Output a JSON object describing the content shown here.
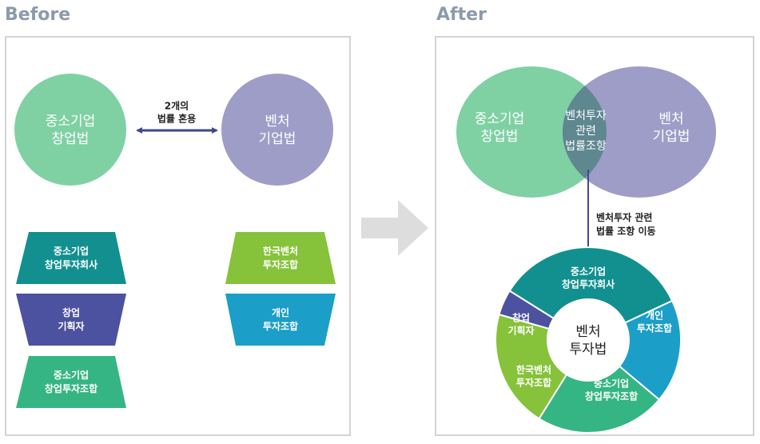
{
  "headings": {
    "before": "Before",
    "after": "After"
  },
  "colors": {
    "green_circle": "#7fd1a4",
    "purple_circle": "#9d9dc7",
    "overlap": "#5f8790",
    "teal": "#12908f",
    "indigo": "#4c51a0",
    "mint": "#35b583",
    "lime": "#86c23a",
    "cyan": "#1b9ec7",
    "arrow": "#3e4a8c",
    "panel_border": "#d4d4d4",
    "heading": "#8d9aab"
  },
  "before": {
    "circle_sme": [
      "중소기업",
      "창업법"
    ],
    "circle_venture": [
      "벤처",
      "기업법"
    ],
    "mix_label": [
      "2개의",
      "법률 혼용"
    ],
    "shape_sme_investment_company": [
      "중소기업",
      "창업투자회사"
    ],
    "shape_startup_planner": [
      "창업",
      "기획자"
    ],
    "shape_sme_investment_fund": [
      "중소기업",
      "창업투자조합"
    ],
    "shape_korea_venture_fund": [
      "한국벤처",
      "투자조합"
    ],
    "shape_individual_fund": [
      "개인",
      "투자조합"
    ]
  },
  "after": {
    "venn_sme": [
      "중소기업",
      "창업법"
    ],
    "venn_venture": [
      "벤처",
      "기업법"
    ],
    "venn_overlap": [
      "벤처투자",
      "관련",
      "법률조항"
    ],
    "move_label": [
      "벤처투자 관련",
      "법률 조항 이동"
    ],
    "center": [
      "벤처",
      "투자법"
    ],
    "seg_sme_investment_company": [
      "중소기업",
      "창업투자회사"
    ],
    "seg_individual_fund": [
      "개인",
      "투자조합"
    ],
    "seg_sme_investment_fund": [
      "중소기업",
      "창업투자조합"
    ],
    "seg_korea_venture_fund": [
      "한국벤처",
      "투자조합"
    ],
    "seg_startup_planner": [
      "창업",
      "기획자"
    ]
  }
}
